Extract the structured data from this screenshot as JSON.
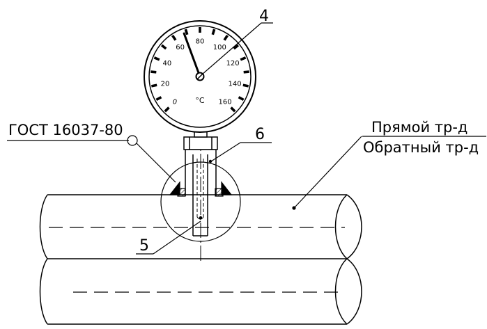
{
  "callouts": {
    "gauge_number": "4",
    "sleeve_number": "6",
    "thermo_well_number": "5",
    "standard": "ГОСТ 16037-80",
    "pipe_supply": "Прямой тр-д",
    "pipe_return": "Обратный тр-д"
  },
  "gauge": {
    "unit": "°C",
    "scale_labels": [
      "0",
      "20",
      "40",
      "60",
      "80",
      "100",
      "120",
      "140",
      "160"
    ],
    "scale_min": 0,
    "scale_max": 160,
    "pointer_value": 68
  }
}
